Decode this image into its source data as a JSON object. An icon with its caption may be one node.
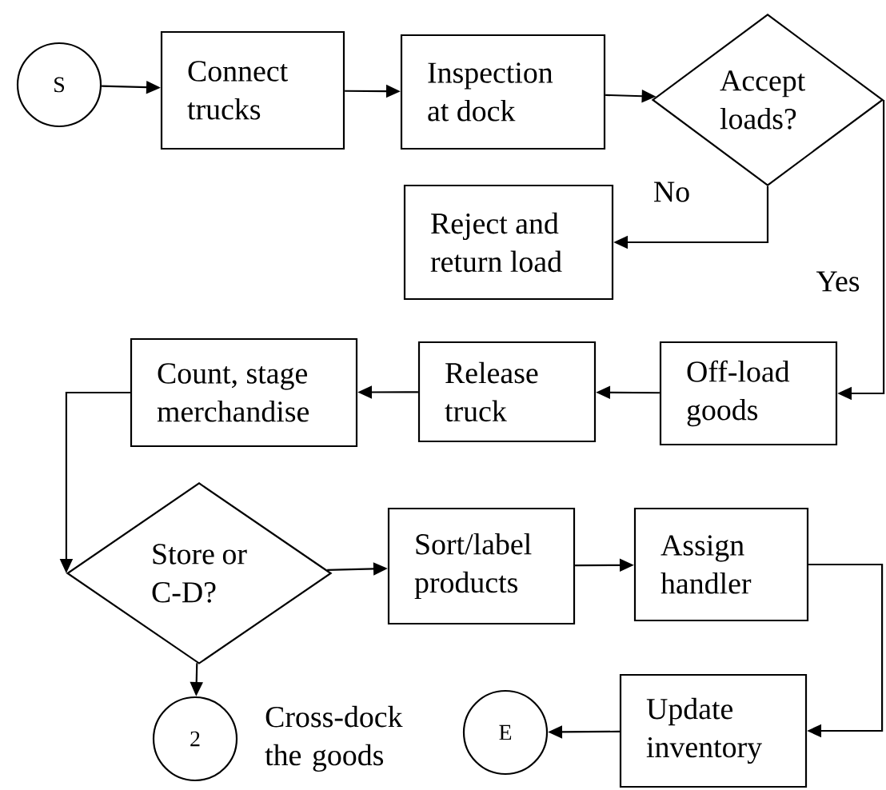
{
  "diagram": {
    "nodes": [
      {
        "text": [
          "S"
        ]
      },
      {
        "text": [
          "Connect trucks"
        ]
      },
      {
        "text": [
          "Inspection at dock"
        ]
      },
      {
        "text": [
          "Accept loads?"
        ]
      },
      {
        "text": [
          "Reject and return load"
        ]
      },
      {
        "text": [
          "Off-load goods"
        ]
      },
      {
        "text": [
          "Release truck"
        ]
      },
      {
        "text": [
          "Count, stage merchandise"
        ]
      },
      {
        "text": [
          "Store or C-D?"
        ]
      },
      {
        "text": [
          "Sort/label products"
        ]
      },
      {
        "text": [
          "Assign handler"
        ]
      },
      {
        "text": [
          "Update inventory"
        ]
      },
      {
        "text": [
          "2"
        ],
        "beside": [
          "Cross-dock the goods"
        ]
      },
      {
        "text": [
          "E"
        ]
      }
    ],
    "edges": [
      {
        "from": 0,
        "to": 1,
        "arrow": "to"
      },
      {
        "from": 1,
        "to": 2,
        "arrow": "to"
      },
      {
        "from": 2,
        "to": 3,
        "arrow": "to"
      },
      {
        "from": 3,
        "to": 4,
        "arrow": "to",
        "label": "No"
      },
      {
        "from": 3,
        "to": 5,
        "arrow": "to",
        "label": "Yes"
      },
      {
        "from": 5,
        "to": 6,
        "arrow": "to"
      },
      {
        "from": 6,
        "to": 7,
        "arrow": "to"
      },
      {
        "from": 7,
        "to": 8,
        "arrow": "to"
      },
      {
        "from": 8,
        "to": 9,
        "arrow": "to"
      },
      {
        "from": 9,
        "to": 10,
        "arrow": "to"
      },
      {
        "from": 10,
        "to": 11,
        "arrow": "to"
      },
      {
        "from": 11,
        "to": 13,
        "arrow": "to"
      },
      {
        "from": 8,
        "to": 12,
        "arrow": "to"
      }
    ]
  }
}
